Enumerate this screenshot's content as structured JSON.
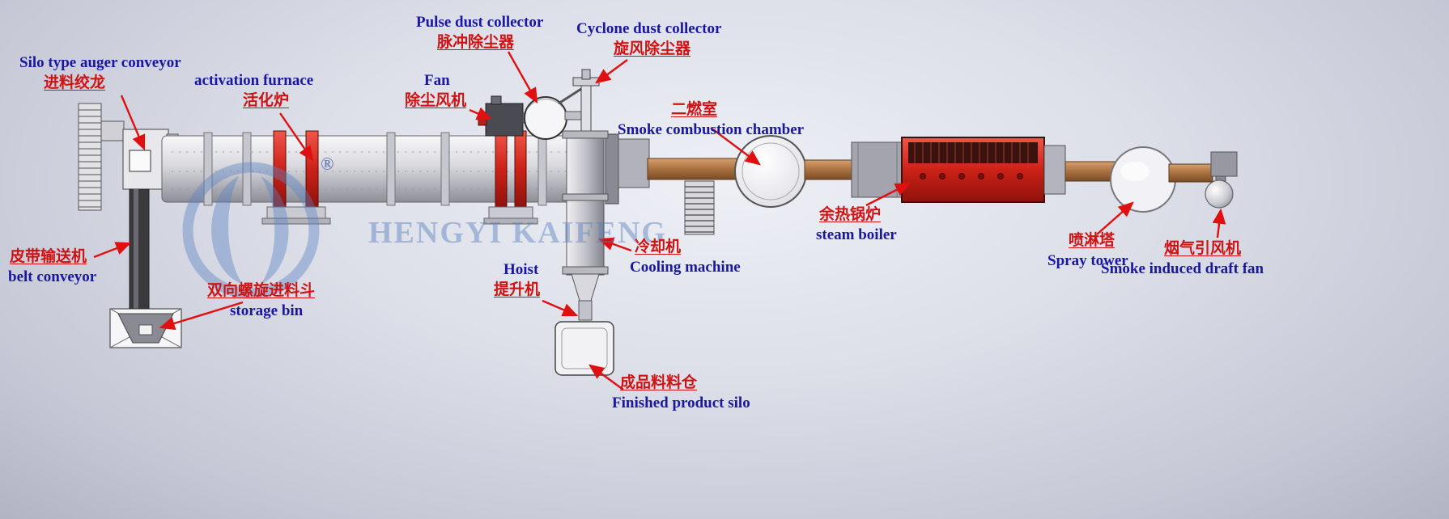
{
  "watermark": {
    "brand": "HENGYI KAIFENG",
    "registered": "®"
  },
  "labels": {
    "silo_auger": {
      "en": "Silo type auger conveyor",
      "zh": "进料绞龙"
    },
    "activation_furnace": {
      "en": "activation furnace",
      "zh": "活化炉"
    },
    "pulse_dust_collector": {
      "en": "Pulse dust collector",
      "zh": "脉冲除尘器"
    },
    "cyclone_dust_collector": {
      "en": "Cyclone dust collector",
      "zh": "旋风除尘器"
    },
    "fan": {
      "en": "Fan",
      "zh": "除尘风机"
    },
    "smoke_combustion_chamber": {
      "en": "Smoke combustion chamber",
      "zh": "二燃室"
    },
    "belt_conveyor": {
      "en": "belt  conveyor",
      "zh": "皮带输送机"
    },
    "storage_bin": {
      "en": "storage bin",
      "zh": "双向螺旋进料斗"
    },
    "hoist": {
      "en": "Hoist",
      "zh": "提升机"
    },
    "cooling_machine": {
      "en": "Cooling machine",
      "zh": "冷却机"
    },
    "finished_product_silo": {
      "en": "Finished  product silo",
      "zh": "成品料料仓"
    },
    "steam_boiler": {
      "en": "steam boiler",
      "zh": "余热锅炉"
    },
    "spray_tower": {
      "en": "Spray tower",
      "zh": "喷淋塔"
    },
    "smoke_induced_draft_fan": {
      "en": "Smoke induced draft fan",
      "zh": "烟气引风机"
    }
  },
  "colors": {
    "label_en": "#1a17a0",
    "label_zh": "#cf1212",
    "arrow": "#e01010"
  }
}
